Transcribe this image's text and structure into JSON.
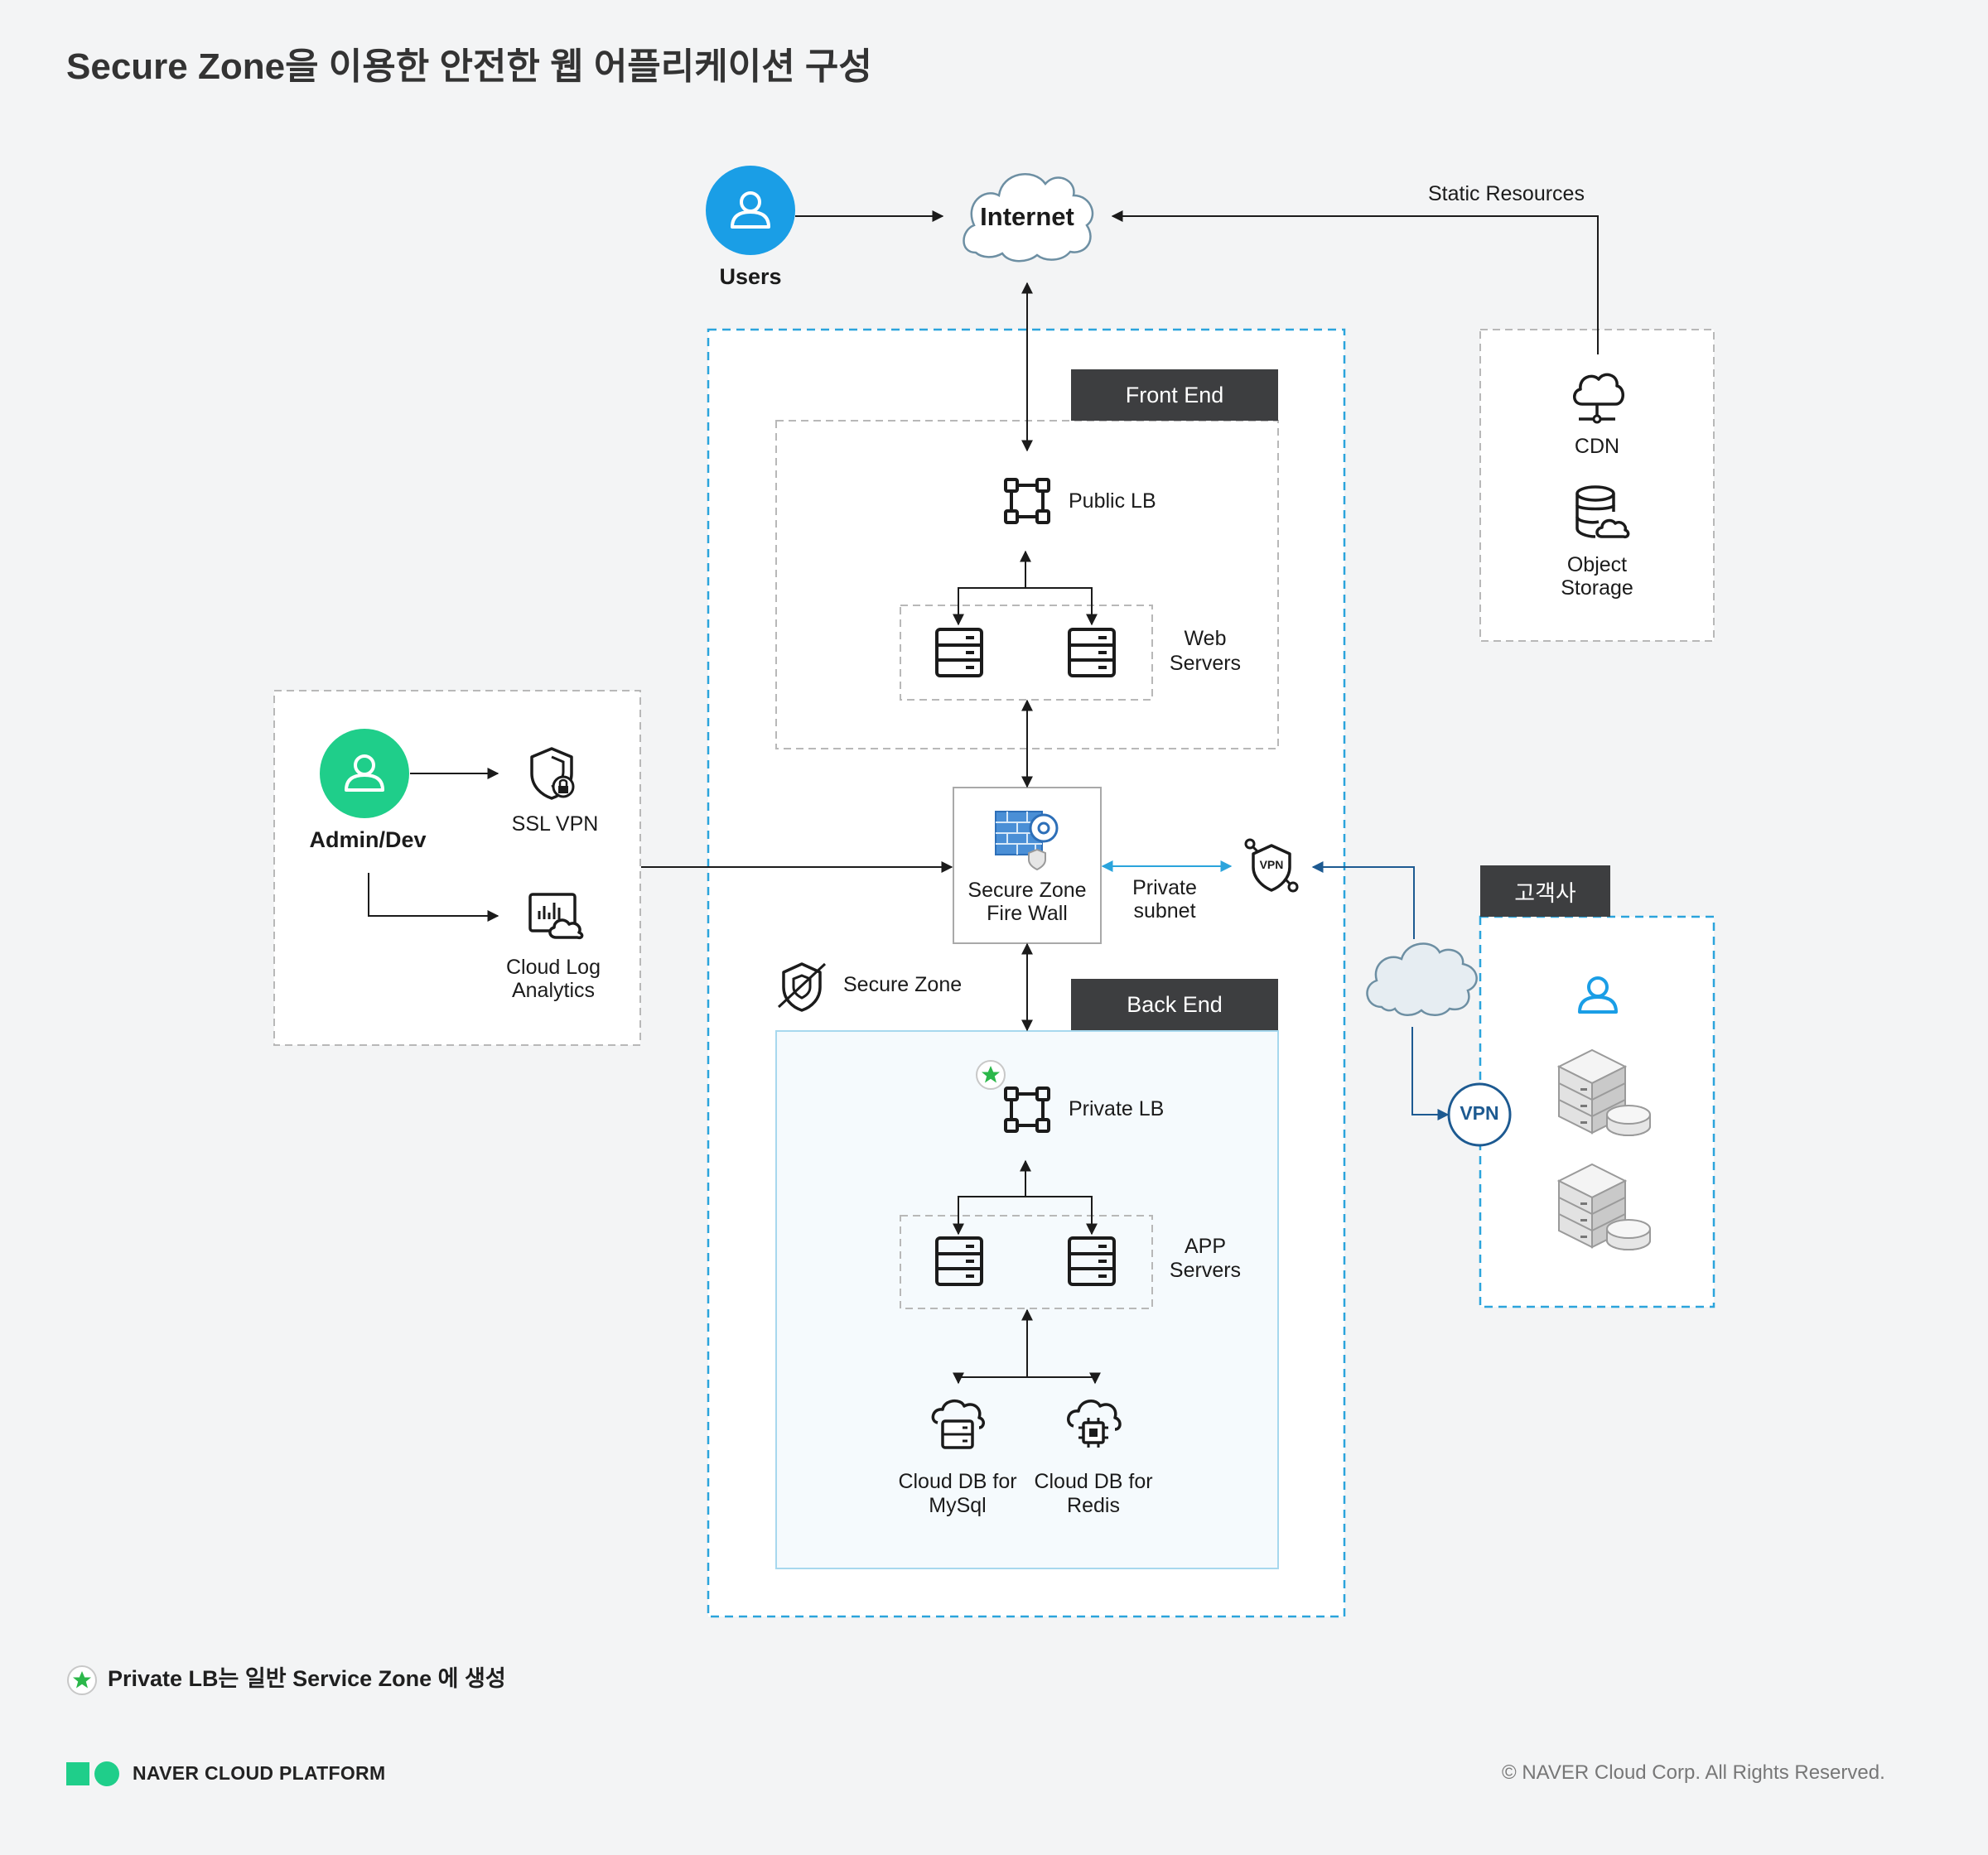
{
  "title": "Secure Zone을 이용한 안전한 웹 어플리케이션 구성",
  "nodes": {
    "users": "Users",
    "internet": "Internet",
    "static_resources": "Static  Resources",
    "cdn": "CDN",
    "object_storage": [
      "Object",
      "Storage"
    ],
    "front_end": "Front End",
    "public_lb": "Public LB",
    "web_servers": [
      "Web",
      "Servers"
    ],
    "admin_dev": "Admin/Dev",
    "ssl_vpn": "SSL VPN",
    "cloud_log_analytics": [
      "Cloud Log",
      "Analytics"
    ],
    "secure_zone_firewall": [
      "Secure Zone",
      "Fire Wall"
    ],
    "private_subnet": [
      "Private",
      "subnet"
    ],
    "vpn_gateway_icon_text": "VPN",
    "secure_zone": "Secure Zone",
    "back_end": "Back End",
    "private_lb": "Private LB",
    "app_servers": [
      "APP",
      "Servers"
    ],
    "cloud_db_mysql": [
      "Cloud DB for",
      "MySql"
    ],
    "cloud_db_redis": [
      "Cloud DB for",
      "Redis"
    ],
    "customer": "고객사",
    "vpn_badge": "VPN"
  },
  "note": "Private LB는 일반 Service Zone 에 생성",
  "footer": {
    "brand": "NAVER CLOUD PLATFORM",
    "copyright": "© NAVER Cloud Corp. All Rights Reserved."
  },
  "colors": {
    "background": "#f3f4f5",
    "user_blue": "#1a9ee6",
    "admin_green": "#1fce8a",
    "zone_dashed_blue": "#2ba4dc",
    "vpn_navy": "#1d5a91",
    "tag_dark": "#3d3e40",
    "star_green": "#2bb74a"
  }
}
